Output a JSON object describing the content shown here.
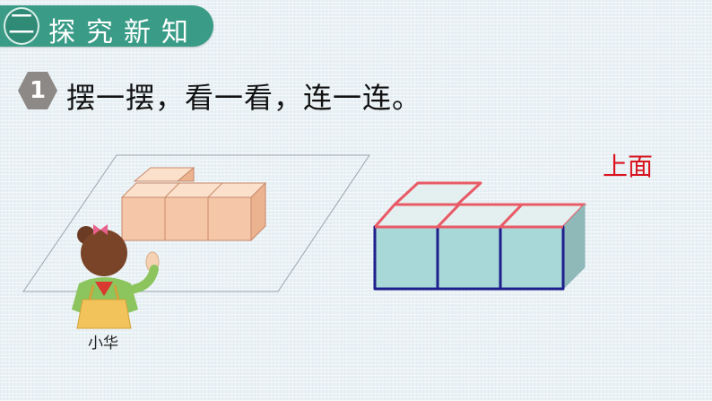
{
  "section": {
    "number": "二",
    "title": "探究新知"
  },
  "step": {
    "number": "1",
    "instruction": "摆一摆，看一看，连一连。"
  },
  "view_label": "上面",
  "child_name": "小华",
  "colors": {
    "header": "#3a9c87",
    "cube_orange": "#f6c6a8",
    "cube_top": "#e4efef",
    "cube_front": "#a8d8d8",
    "cube_edge_blue": "#1e1e8c",
    "cube_edge_red": "#e85a66",
    "label_red": "#d9141e"
  }
}
